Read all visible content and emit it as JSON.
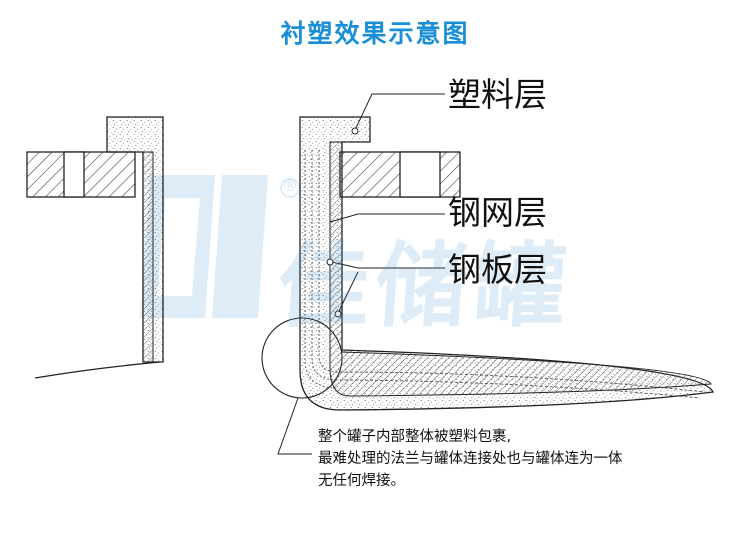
{
  "title": "衬塑效果示意图",
  "labels": {
    "plastic_layer": "塑料层",
    "steel_mesh_layer": "钢网层",
    "steel_plate_layer": "钢板层"
  },
  "note": {
    "line1": "整个罐子内部整体被塑料包裹,",
    "line2": "最难处理的法兰与罐体连接处也与罐体连为一体",
    "line3": "无任何焊接。"
  },
  "watermark": {
    "text": "佳储罐",
    "registered_mark": "®"
  },
  "colors": {
    "title": "#1a8fd8",
    "watermark": "#3a8fd0",
    "line": "#222222",
    "hatch": "#444444"
  }
}
